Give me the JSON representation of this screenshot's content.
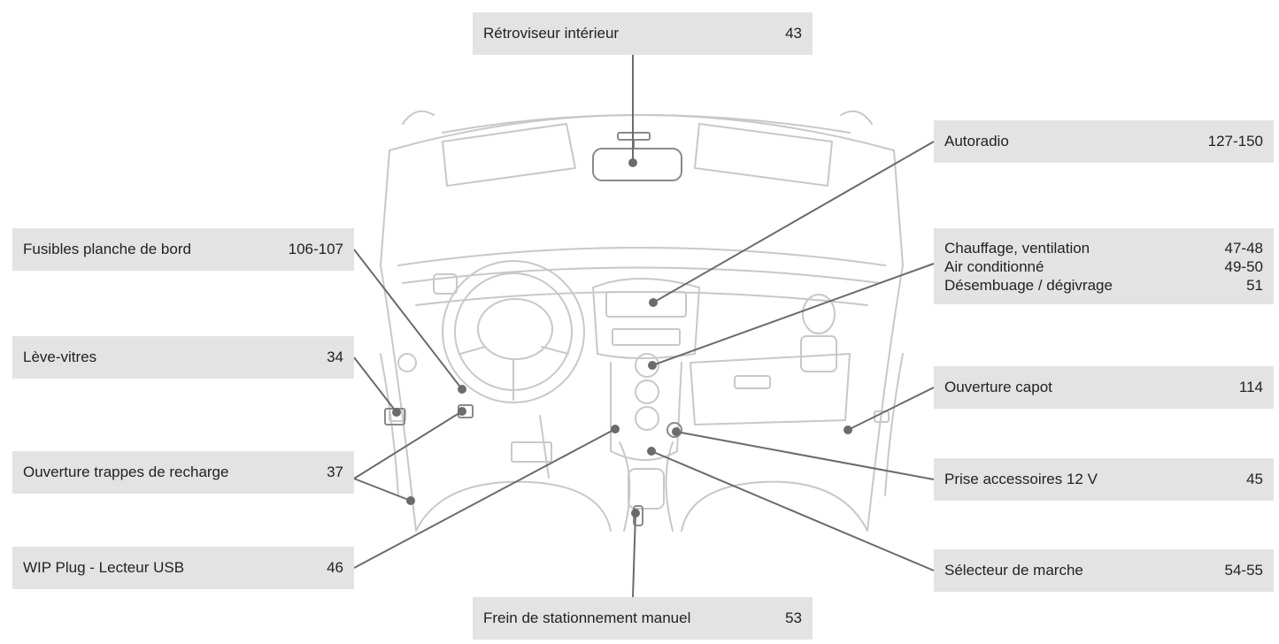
{
  "labels": {
    "retroviseur": {
      "name": "Rétroviseur intérieur",
      "page": "43"
    },
    "autoradio": {
      "name": "Autoradio",
      "page": "127-150"
    },
    "fusibles": {
      "name": "Fusibles planche de bord",
      "page": "106-107"
    },
    "chauffage": [
      {
        "name": "Chauffage, ventilation",
        "page": "47-48"
      },
      {
        "name": "Air conditionné",
        "page": "49-50"
      },
      {
        "name": "Désembuage / dégivrage",
        "page": "51"
      }
    ],
    "leve_vitres": {
      "name": "Lève-vitres",
      "page": "34"
    },
    "capot": {
      "name": "Ouverture capot",
      "page": "114"
    },
    "trappes": {
      "name": "Ouverture trappes de recharge",
      "page": "37"
    },
    "prise": {
      "name": "Prise accessoires 12 V",
      "page": "45"
    },
    "wip": {
      "name": "WIP Plug - Lecteur USB",
      "page": "46"
    },
    "selecteur": {
      "name": "Sélecteur de marche",
      "page": "54-55"
    },
    "frein": {
      "name": "Frein de stationnement manuel",
      "page": "53"
    }
  },
  "colors": {
    "box_bg": "#e3e3e3",
    "line": "#6b6b6b",
    "sketch": "#c8c8c8"
  }
}
